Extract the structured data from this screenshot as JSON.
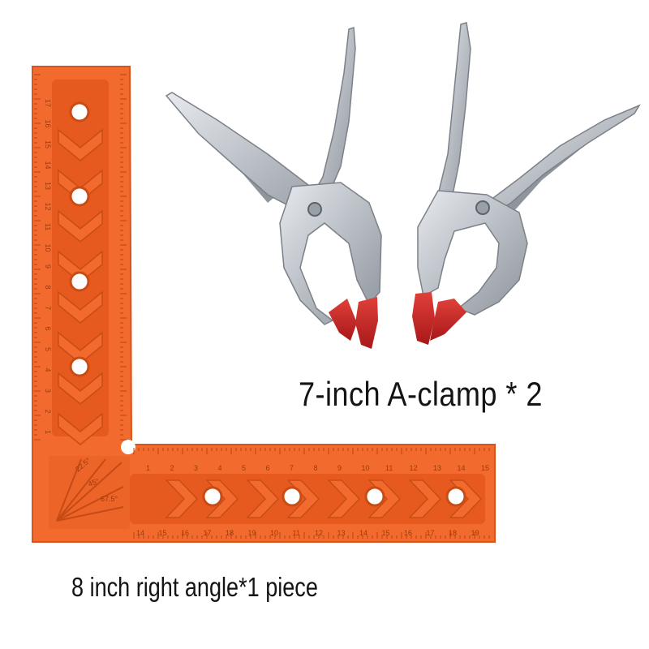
{
  "product": {
    "clamp_caption": "7-inch A-clamp * 2",
    "square_caption": "8 inch right angle*1 piece"
  },
  "colors": {
    "square_body": "#f26a2e",
    "square_recess": "#e85d22",
    "clamp_metal": "#c9ced4",
    "clamp_tip": "#d42a2a",
    "background": "#ffffff",
    "caption_text": "#141414"
  },
  "ruler": {
    "vertical_marks": [
      "17",
      "16",
      "15",
      "14",
      "13",
      "12",
      "11",
      "10",
      "9",
      "8",
      "7",
      "6",
      "5",
      "4",
      "3",
      "2",
      "1"
    ],
    "horizontal_marks": [
      "1",
      "2",
      "3",
      "4",
      "5",
      "6",
      "7",
      "8",
      "9",
      "10",
      "11",
      "12",
      "13",
      "14",
      "15"
    ],
    "bottom_marks": [
      "14",
      "15",
      "16",
      "17",
      "18",
      "19",
      "10",
      "11",
      "12",
      "13",
      "14",
      "15",
      "16",
      "17",
      "18",
      "19"
    ],
    "angle_marks": [
      "22.5°",
      "45°",
      "67.5°"
    ]
  }
}
